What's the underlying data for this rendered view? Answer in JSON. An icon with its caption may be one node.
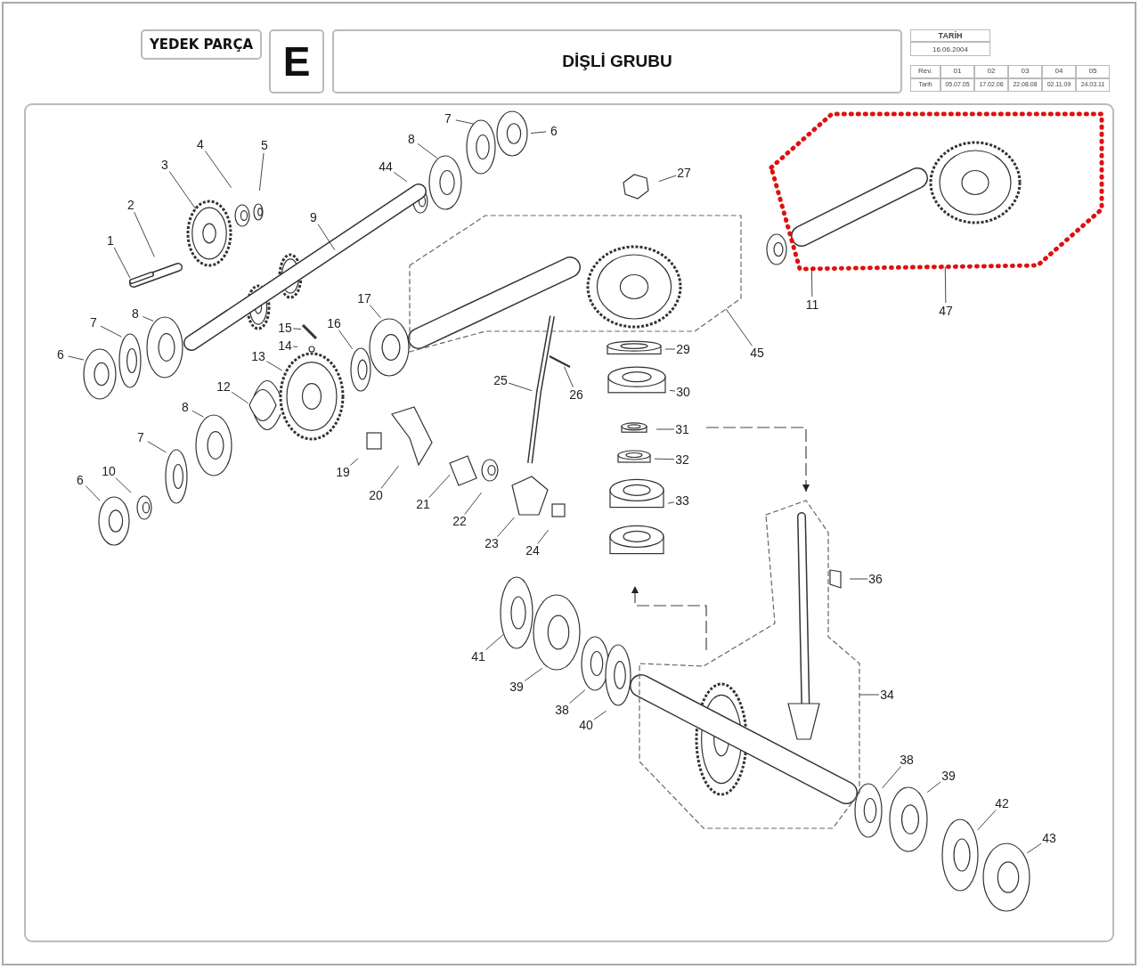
{
  "diagram": {
    "title": "DİŞLİ GRUBU",
    "nodes": [
      {
        "text": [
          "1"
        ]
      },
      {
        "text": [
          "2"
        ]
      },
      {
        "text": [
          "3"
        ]
      },
      {
        "text": [
          "4"
        ]
      },
      {
        "text": [
          "5"
        ]
      },
      {
        "text": [
          "9"
        ]
      },
      {
        "text": [
          "44"
        ]
      },
      {
        "text": [
          "8"
        ]
      },
      {
        "text": [
          "7"
        ]
      },
      {
        "text": [
          "6"
        ]
      },
      {
        "text": [
          "27"
        ]
      },
      {
        "text": [
          "7"
        ]
      },
      {
        "text": [
          "8"
        ]
      },
      {
        "text": [
          "6"
        ]
      },
      {
        "text": [
          "15"
        ]
      },
      {
        "text": [
          "14"
        ]
      },
      {
        "text": [
          "16"
        ]
      },
      {
        "text": [
          "17"
        ]
      },
      {
        "text": [
          "13"
        ]
      },
      {
        "text": [
          "12"
        ]
      },
      {
        "text": [
          "11"
        ]
      },
      {
        "text": [
          "47"
        ]
      },
      {
        "text": [
          "45"
        ]
      },
      {
        "text": [
          "29"
        ]
      },
      {
        "text": [
          "25"
        ]
      },
      {
        "text": [
          "30"
        ]
      },
      {
        "text": [
          "26"
        ]
      },
      {
        "text": [
          "8"
        ]
      },
      {
        "text": [
          "31"
        ]
      },
      {
        "text": [
          "7"
        ]
      },
      {
        "text": [
          "32"
        ]
      },
      {
        "text": [
          "19"
        ]
      },
      {
        "text": [
          "10"
        ]
      },
      {
        "text": [
          "6"
        ]
      },
      {
        "text": [
          "20"
        ]
      },
      {
        "text": [
          "33"
        ]
      },
      {
        "text": [
          "21"
        ]
      },
      {
        "text": [
          "22"
        ]
      },
      {
        "text": [
          "23"
        ]
      },
      {
        "text": [
          "24"
        ]
      },
      {
        "text": [
          "36"
        ]
      },
      {
        "text": [
          "41"
        ]
      },
      {
        "text": [
          "39"
        ]
      },
      {
        "text": [
          "34"
        ]
      },
      {
        "text": [
          "38"
        ]
      },
      {
        "text": [
          "40"
        ]
      },
      {
        "text": [
          "38"
        ]
      },
      {
        "text": [
          "39"
        ]
      },
      {
        "text": [
          "42"
        ]
      },
      {
        "text": [
          "43"
        ]
      },
      {
        "text": [],
        "shape": "box"
      },
      {
        "text": [],
        "shape": "box"
      },
      {
        "text": [],
        "shape": "box"
      }
    ],
    "edges": [
      {
        "from": 0,
        "to": null,
        "arrow": "none"
      },
      {
        "from": 1,
        "to": null,
        "arrow": "none"
      },
      {
        "from": 2,
        "to": null,
        "arrow": "none"
      },
      {
        "from": 3,
        "to": null,
        "arrow": "none"
      },
      {
        "from": 4,
        "to": null,
        "arrow": "none"
      },
      {
        "from": 5,
        "to": null,
        "arrow": "none"
      },
      {
        "from": 6,
        "to": null,
        "arrow": "none"
      },
      {
        "from": 7,
        "to": null,
        "arrow": "none"
      },
      {
        "from": 8,
        "to": null,
        "arrow": "none"
      },
      {
        "from": 9,
        "to": null,
        "arrow": "none"
      },
      {
        "from": 10,
        "to": null,
        "arrow": "none"
      },
      {
        "from": 11,
        "to": null,
        "arrow": "none"
      },
      {
        "from": 12,
        "to": null,
        "arrow": "none"
      },
      {
        "from": 13,
        "to": null,
        "arrow": "none"
      },
      {
        "from": 14,
        "to": null,
        "arrow": "none"
      },
      {
        "from": 15,
        "to": null,
        "arrow": "none"
      },
      {
        "from": 16,
        "to": null,
        "arrow": "none"
      },
      {
        "from": 17,
        "to": null,
        "arrow": "none"
      },
      {
        "from": 18,
        "to": null,
        "arrow": "none"
      },
      {
        "from": 19,
        "to": null,
        "arrow": "none"
      },
      {
        "from": 20,
        "to": 52,
        "arrow": "none"
      },
      {
        "from": 21,
        "to": 52,
        "arrow": "none"
      },
      {
        "from": 22,
        "to": 50,
        "arrow": "none"
      },
      {
        "from": 23,
        "to": null,
        "arrow": "none"
      },
      {
        "from": 24,
        "to": null,
        "arrow": "none"
      },
      {
        "from": 25,
        "to": null,
        "arrow": "none"
      },
      {
        "from": 26,
        "to": null,
        "arrow": "none"
      },
      {
        "from": 27,
        "to": null,
        "arrow": "none"
      },
      {
        "from": 28,
        "to": null,
        "arrow": "none"
      },
      {
        "from": 29,
        "to": null,
        "arrow": "none"
      },
      {
        "from": 30,
        "to": null,
        "arrow": "none"
      },
      {
        "from": 31,
        "to": null,
        "arrow": "none"
      },
      {
        "from": 32,
        "to": null,
        "arrow": "none"
      },
      {
        "from": 33,
        "to": null,
        "arrow": "none"
      },
      {
        "from": 34,
        "to": null,
        "arrow": "none"
      },
      {
        "from": 35,
        "to": null,
        "arrow": "none"
      },
      {
        "from": 36,
        "to": null,
        "arrow": "none"
      },
      {
        "from": 37,
        "to": null,
        "arrow": "none"
      },
      {
        "from": 38,
        "to": null,
        "arrow": "none"
      },
      {
        "from": 39,
        "to": null,
        "arrow": "none"
      },
      {
        "from": 40,
        "to": null,
        "arrow": "none"
      },
      {
        "from": 41,
        "to": null,
        "arrow": "none"
      },
      {
        "from": 42,
        "to": null,
        "arrow": "none"
      },
      {
        "from": 43,
        "to": 51,
        "arrow": "none"
      },
      {
        "from": 44,
        "to": null,
        "arrow": "none"
      },
      {
        "from": 45,
        "to": null,
        "arrow": "none"
      },
      {
        "from": 46,
        "to": null,
        "arrow": "none"
      },
      {
        "from": 47,
        "to": null,
        "arrow": "none"
      },
      {
        "from": 48,
        "to": null,
        "arrow": "none"
      },
      {
        "from": 49,
        "to": null,
        "arrow": "none"
      }
    ],
    "labels": [
      "YEDEK PARÇA",
      "E",
      "TARİH",
      "16.06.2004",
      "Rev.",
      "01",
      "02",
      "03",
      "04",
      "05",
      "Tarih",
      "05.07.05",
      "17.02.06",
      "22.08.08",
      "02.11.09",
      "24.03.11"
    ]
  }
}
